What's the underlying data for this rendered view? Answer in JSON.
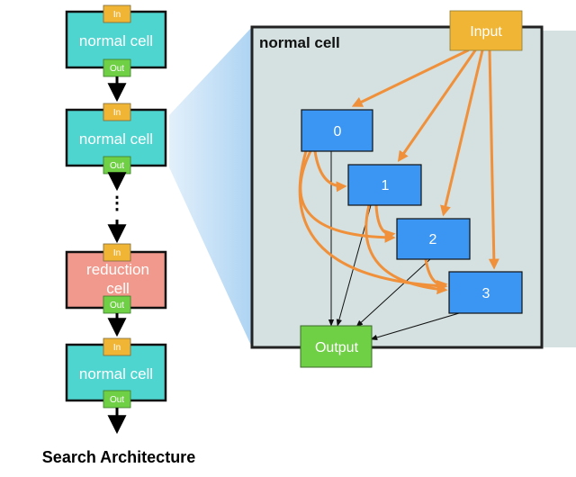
{
  "stack": {
    "cells": [
      {
        "label": "normal cell",
        "in": "In",
        "out": "Out"
      },
      {
        "label": "normal cell",
        "in": "In",
        "out": "Out"
      },
      {
        "label_line1": "reduction",
        "label_line2": "cell",
        "in": "In",
        "out": "Out"
      },
      {
        "label": "normal cell",
        "in": "In",
        "out": "Out"
      }
    ],
    "ellipsis": "⋮"
  },
  "panel": {
    "title": "normal cell",
    "input_label": "Input",
    "output_label": "Output",
    "nodes": [
      "0",
      "1",
      "2",
      "3"
    ]
  },
  "caption": "Search Architecture",
  "colors": {
    "normal_cell": "#4fd5d0",
    "reduction_cell": "#f1998c",
    "in_port": "#f0b535",
    "out_port": "#6fcf45",
    "node": "#3b95f3",
    "panel_bg": "#d4e1e0",
    "orange_edge": "#f0903a"
  }
}
